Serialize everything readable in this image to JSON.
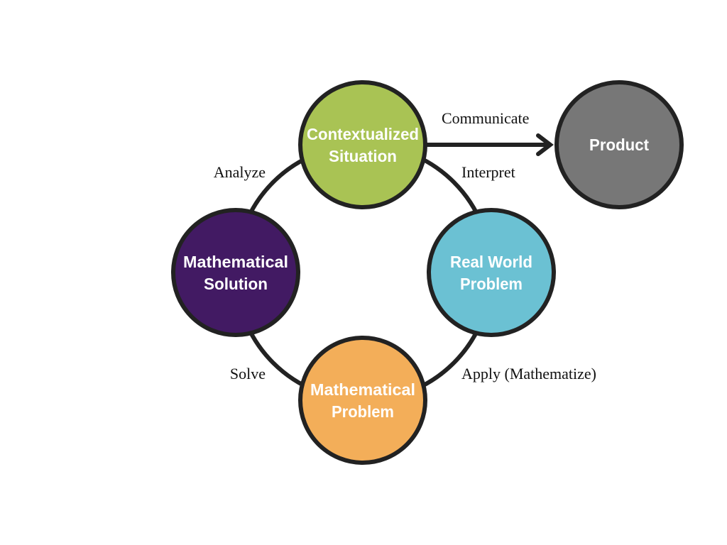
{
  "nodes": {
    "contextualized": {
      "line1": "Contextualized",
      "line2": "Situation",
      "color": "#a9c354"
    },
    "real_world": {
      "line1": "Real World",
      "line2": "Problem",
      "color": "#6bc1d3"
    },
    "math_problem": {
      "line1": "Mathematical",
      "line2": "Problem",
      "color": "#f3ae59"
    },
    "math_solution": {
      "line1": "Mathematical",
      "line2": "Solution",
      "color": "#421a63"
    },
    "product": {
      "line1": "Product",
      "color": "#777777"
    }
  },
  "edges": {
    "communicate": "Communicate",
    "interpret": "Interpret",
    "apply": "Apply (Mathematize)",
    "solve": "Solve",
    "analyze": "Analyze"
  },
  "stroke_color": "#222222"
}
